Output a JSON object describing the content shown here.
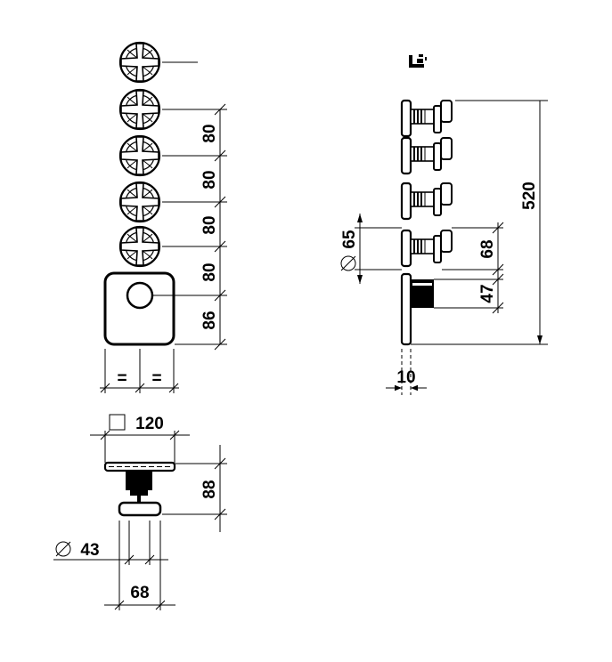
{
  "front_view": {
    "handle_spacings": [
      "80",
      "80",
      "80",
      "80"
    ],
    "plate_offset": "86",
    "equal_left": "=",
    "equal_right": "="
  },
  "top_view": {
    "plate_size": "120",
    "depth": "88",
    "knob_diameter": "43",
    "body_width": "68"
  },
  "side_view": {
    "diameter": "65",
    "handle_height": "68",
    "knob_height": "47",
    "total_height": "520",
    "plate_thickness": "10"
  }
}
